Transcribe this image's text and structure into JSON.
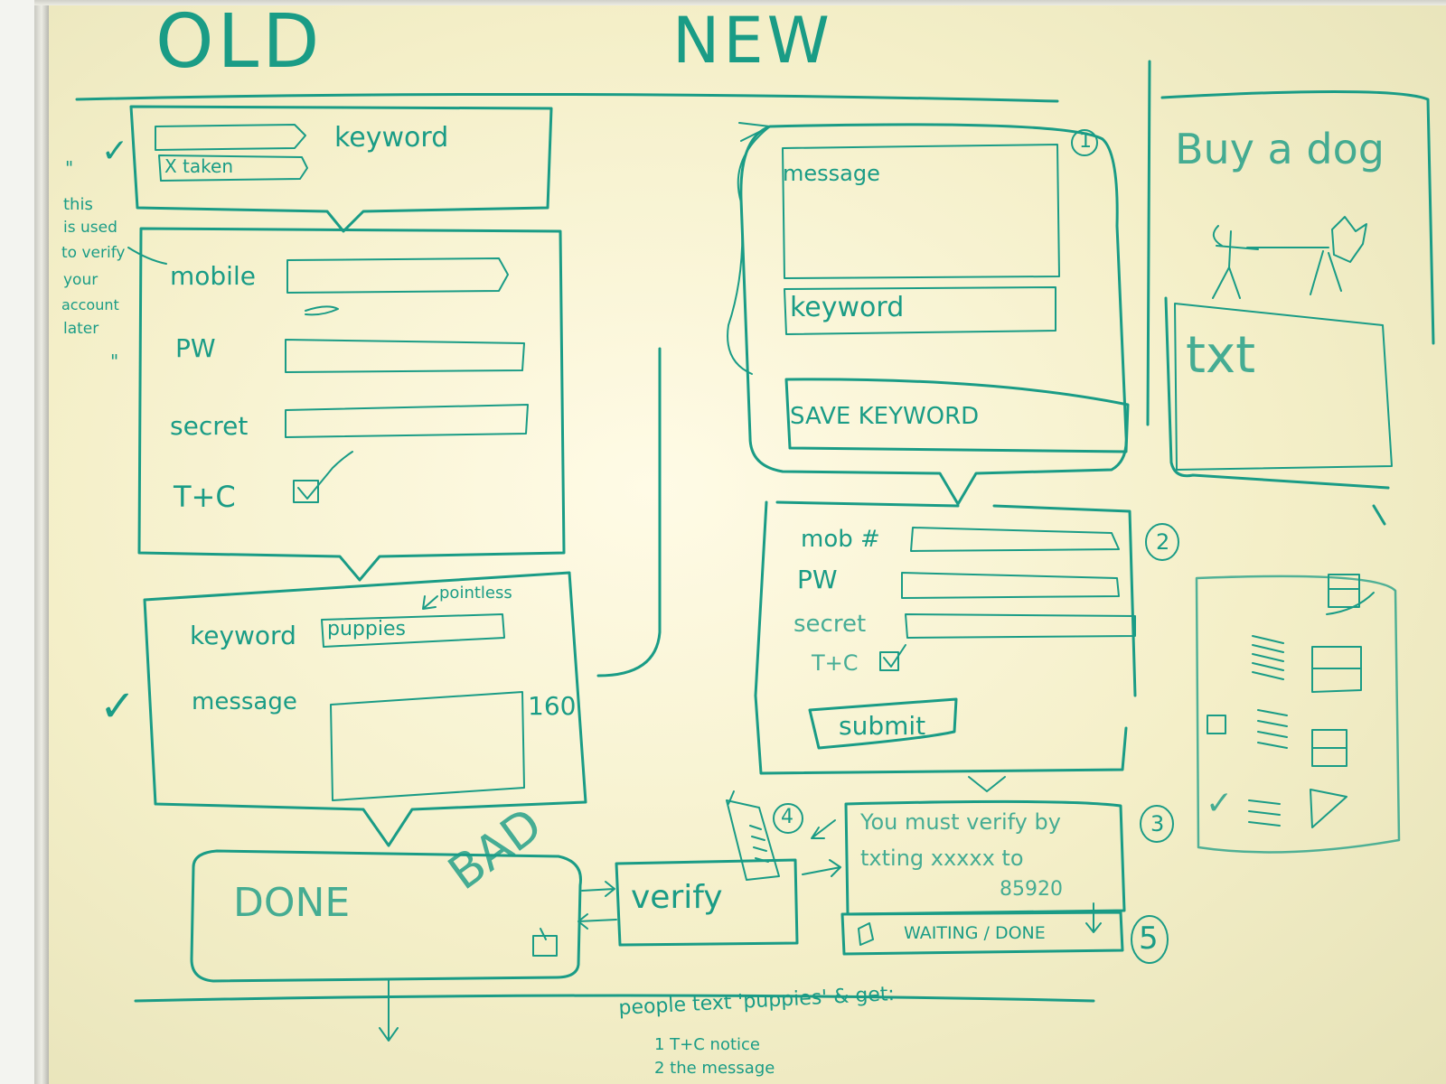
{
  "headings": {
    "old": "OLD",
    "new": "NEW"
  },
  "side_note": [
    "\"",
    "this",
    "is used",
    "to verify",
    "your",
    "account",
    "later",
    "\""
  ],
  "old": {
    "tick_1": "✓",
    "tick_2": "✓",
    "taken_field": "X taken",
    "keyword_label": "keyword",
    "mobile_label": "mobile",
    "pw_label": "PW",
    "secret_label": "secret",
    "tc_label": "T+C",
    "keyword_label_2": "keyword",
    "keyword_value": "puppies",
    "pointless_note": "pointless",
    "message_label": "message",
    "char_limit": "160",
    "done_label": "DONE",
    "bad_label": "BAD",
    "verify_label": "verify"
  },
  "new": {
    "step_1": "1",
    "message_field": "message",
    "keyword_field": "keyword",
    "save_button": "SAVE   KEYWORD",
    "step_2": "2",
    "mob_label": "mob #",
    "pw_label": "PW",
    "secret_label": "secret",
    "tc_label": "T+C",
    "submit_button": "submit",
    "step_3": "3",
    "verify_message": [
      "You must verify by",
      "txting xxxxx to",
      "85920"
    ],
    "step_4": "4",
    "waiting_label": "WAITING / DONE",
    "step_5": "5"
  },
  "dog": {
    "title": "Buy a dog",
    "txt_box": "txt",
    "tick": "✓"
  },
  "footer": {
    "lines": [
      "people text 'puppies' & get:",
      "1 T+C notice",
      "2 the message"
    ]
  },
  "ink_color": "#1a9c86"
}
